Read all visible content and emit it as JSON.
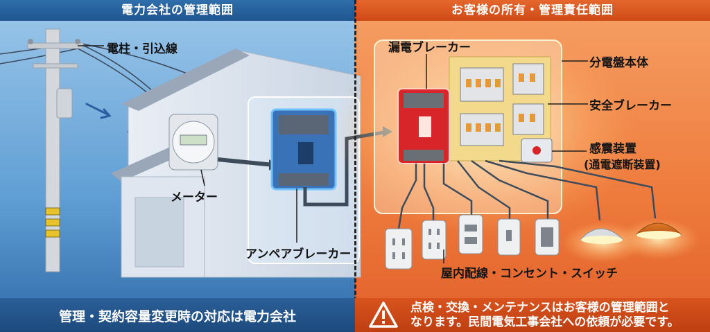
{
  "headers": {
    "left": "電力会社の管理範囲",
    "right": "お客様の所有・管理責任範囲"
  },
  "labels": {
    "pole": "電柱・引込線",
    "meter": "メーター",
    "ampere_breaker": "アンペアブレーカー",
    "leakage_breaker": "漏電ブレーカー",
    "panel_body": "分電盤本体",
    "safety_breaker": "安全ブレーカー",
    "seismic_line1": "感震装置",
    "seismic_line2": "(通電遮断装置)",
    "wiring": "屋内配線・コンセント・スイッチ"
  },
  "footer": {
    "left": "管理・契約容量変更時の対応は電力会社",
    "right_line1": "点検・交換・メンテナンスはお客様の管理範囲と",
    "right_line2": "なります。民間電気工事会社への依頼が必要です。"
  },
  "icons": {
    "warning": "warning-triangle-icon"
  },
  "colors": {
    "left_region": "#4a8cc7",
    "right_region": "#ee7a3c",
    "leakage_breaker": "#d8252a",
    "ampere_breaker": "#3a72b8"
  }
}
